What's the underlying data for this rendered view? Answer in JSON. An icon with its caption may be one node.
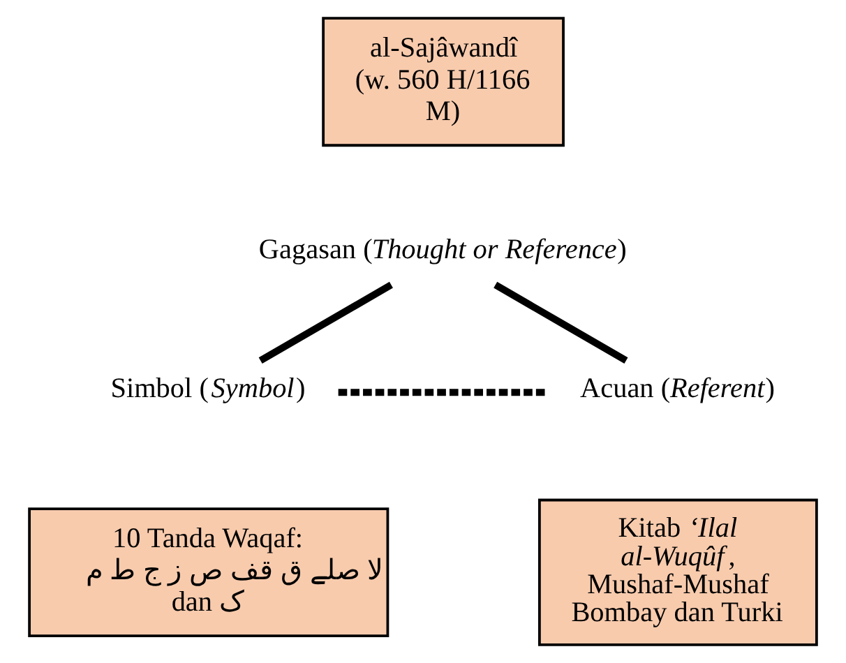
{
  "diagram": {
    "nodes": [
      {
        "text": [
          "al-Sajâwandî (w. 560 H/1166 M)"
        ]
      },
      {
        "text": [
          "Gagasan (*Thought or Reference*)"
        ]
      },
      {
        "text": [
          "Simbol (*Symbol*)"
        ]
      },
      {
        "text": [
          "Acuan (*Referent*)"
        ]
      },
      {
        "text": [
          "10 Tanda Waqaf: لا صلے ق قف ص ز ج ط م dan ک"
        ]
      },
      {
        "text": [
          "Kitab *‘Ilal al-Wuqûf*, Mushaf-Mushaf Bombay dan Turki"
        ]
      }
    ],
    "edges": [
      {
        "from": 1,
        "to": 2,
        "arrow": "none"
      },
      {
        "from": 1,
        "to": 3,
        "arrow": "none"
      },
      {
        "from": 2,
        "to": 3,
        "arrow": "none",
        "style": "dashed"
      }
    ]
  }
}
